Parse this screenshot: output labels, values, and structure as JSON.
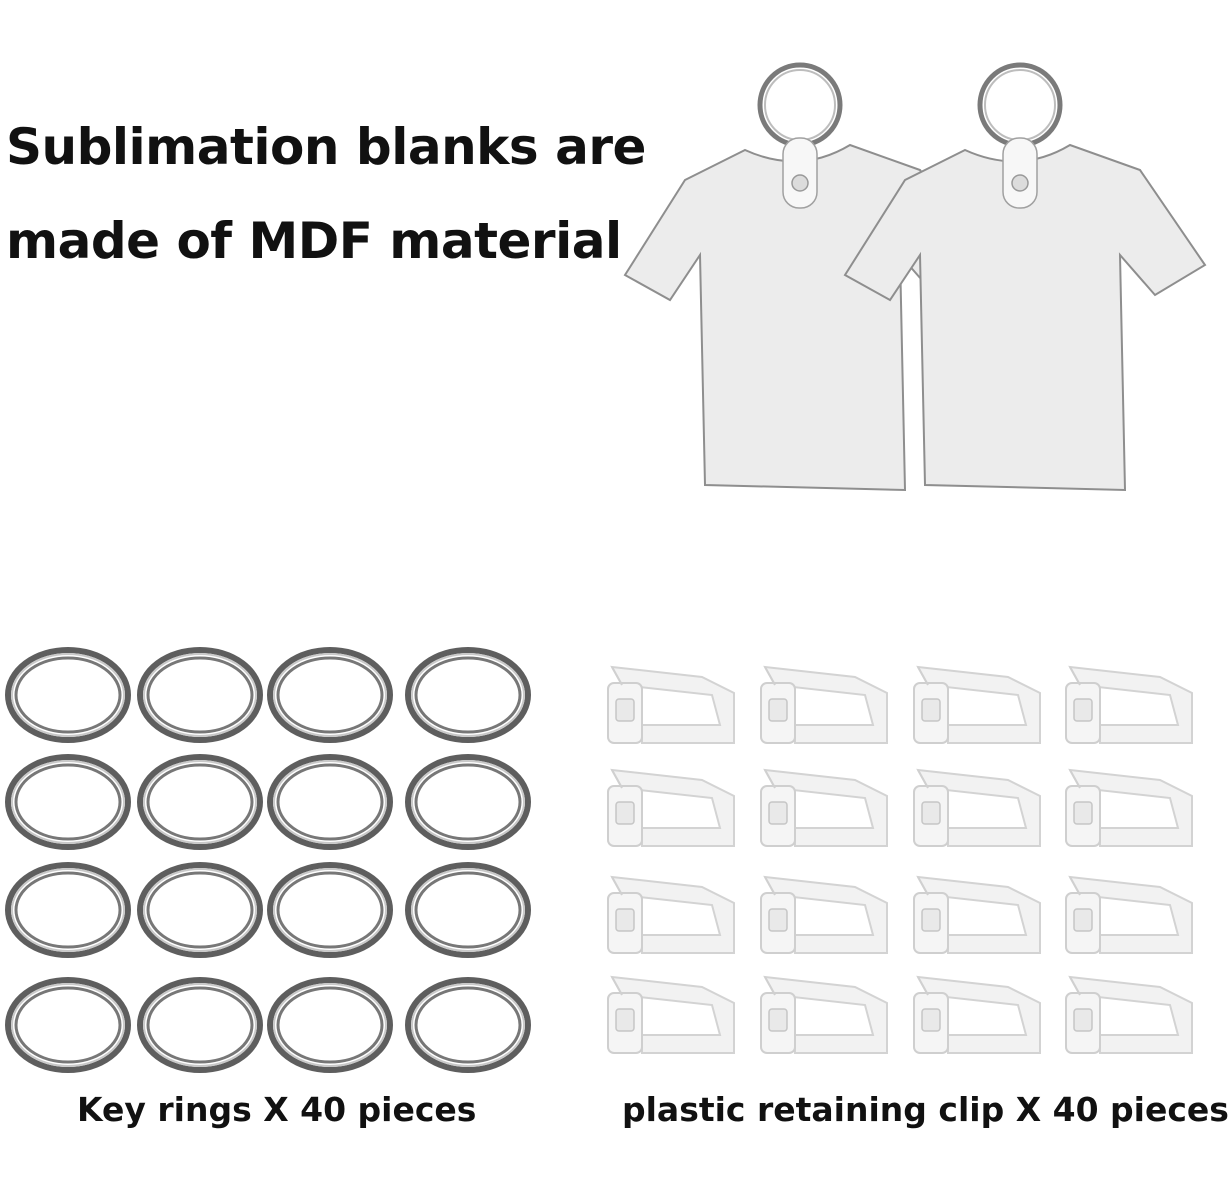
{
  "headline": {
    "line1": "Sublimation blanks are",
    "line2": "made of MDF material"
  },
  "captions": {
    "key_rings": "Key rings X 40 pieces",
    "clips": "plastic retaining clip X 40 pieces"
  },
  "colors": {
    "shirt_fill": "#ececec",
    "shirt_stroke": "#8e8e8e",
    "ring_metal": "#6f6f6f",
    "clip_fill": "#f2f2f2"
  },
  "icons": [
    "t-shirt-keychain-blank",
    "split-key-ring",
    "plastic-retaining-clip"
  ]
}
